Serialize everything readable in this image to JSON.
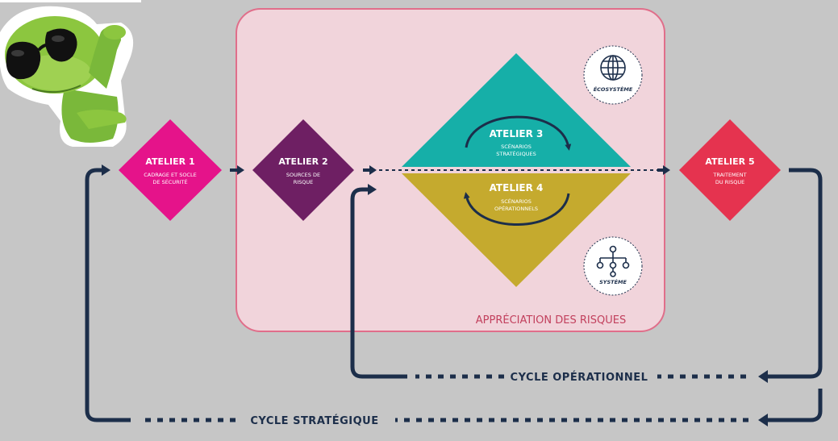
{
  "zone_label": "APPRÉCIATION DES RISQUES",
  "ateliers": [
    {
      "title": "ATELIER 1",
      "lines": [
        "CADRAGE ET SOCLE",
        "DE SÉCURITÉ"
      ],
      "color": "#e5138a"
    },
    {
      "title": "ATELIER 2",
      "lines": [
        "SOURCES DE",
        "RISQUE"
      ],
      "color": "#6e1f63"
    },
    {
      "title": "ATELIER 3",
      "lines": [
        "SCÉNARIOS",
        "STRATÉGIQUES"
      ],
      "color": "#16afa8"
    },
    {
      "title": "ATELIER 4",
      "lines": [
        "SCÉNARIOS",
        "OPÉRATIONNELS"
      ],
      "color": "#c5aa2e"
    },
    {
      "title": "ATELIER 5",
      "lines": [
        "TRAITEMENT",
        "DU RISQUE"
      ],
      "color": "#e5334f"
    }
  ],
  "badges": {
    "ecosystem": "ÉCOSYSTÈME",
    "system": "SYSTÈME"
  },
  "cycles": {
    "operational": "CYCLE OPÉRATIONNEL",
    "strategic": "CYCLE STRATÉGIQUE"
  },
  "colors": {
    "background": "#c6c6c6",
    "zone_fill": "#f1d4db",
    "zone_border": "#e06e8a",
    "arrows": "#1c2e4a"
  },
  "icons": {
    "mascot": "frog-with-sunglasses-icon",
    "ecosystem": "globe-icon",
    "system": "network-icon"
  }
}
